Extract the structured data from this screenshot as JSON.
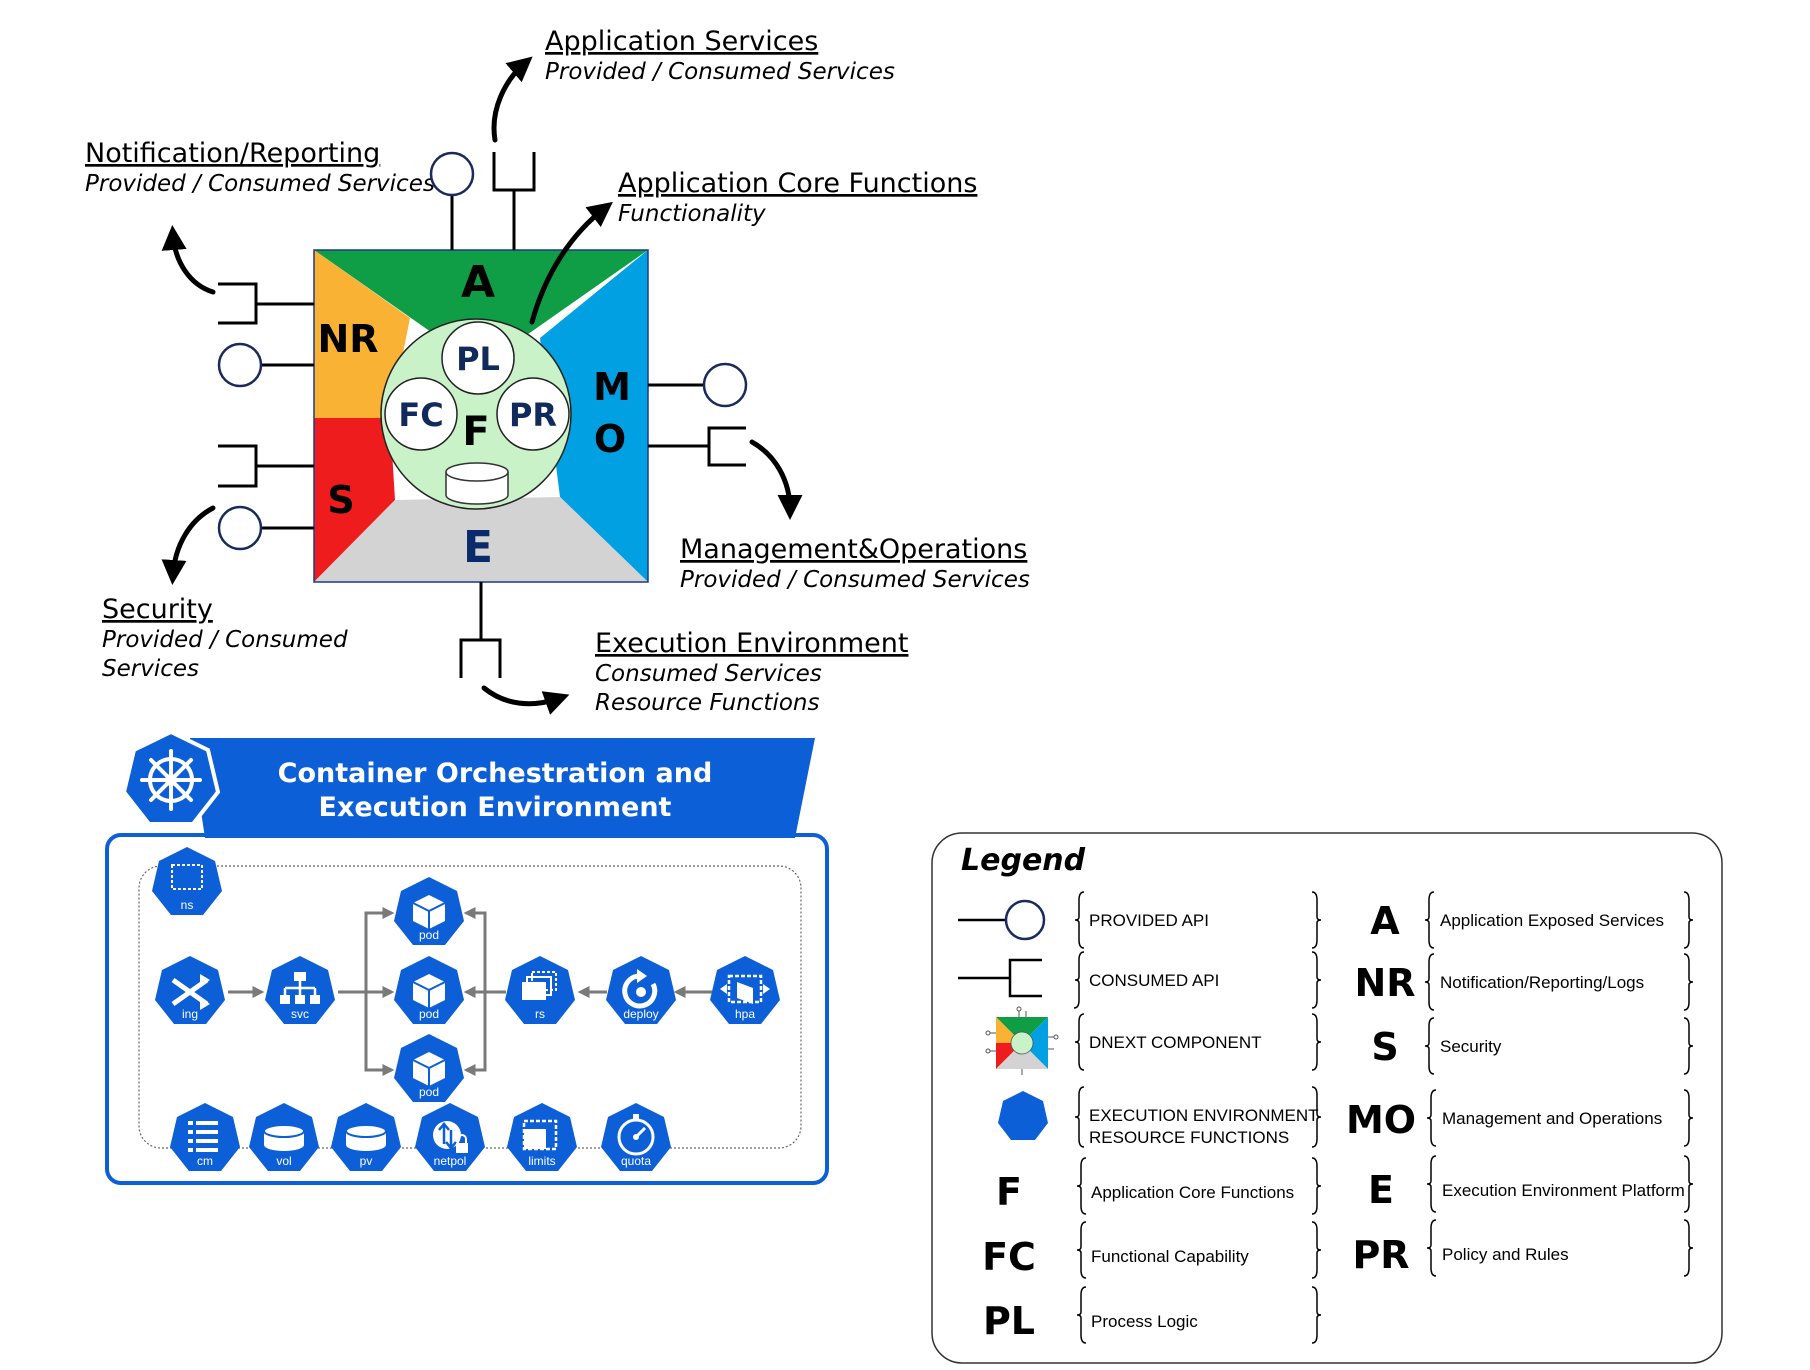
{
  "labels": {
    "app_services": {
      "title": "Application Services",
      "sub": "Provided / Consumed Services"
    },
    "notif": {
      "title": "Notification/Reporting",
      "sub": "Provided / Consumed Services"
    },
    "core": {
      "title": "Application Core Functions",
      "sub": "Functionality"
    },
    "mgmt": {
      "title": "Management&Operations",
      "sub": "Provided / Consumed Services"
    },
    "security": {
      "title": "Security",
      "sub1": "Provided / Consumed",
      "sub2": "Services"
    },
    "exec": {
      "title": "Execution Environment",
      "sub1": "Consumed Services",
      "sub2": "Resource Functions"
    }
  },
  "component": {
    "top": "A",
    "left_top": "NR",
    "left_bottom": "S",
    "right_1": "M",
    "right_2": "O",
    "bottom": "E",
    "center": "F",
    "inner": {
      "pl": "PL",
      "fc": "FC",
      "pr": "PR"
    },
    "colors": {
      "top": "#0f9d45",
      "left_top": "#f9b233",
      "left_bottom": "#ee1c1c",
      "right": "#00a0e3",
      "bottom": "#d3d3d3",
      "center": "#c9f2c9"
    }
  },
  "container": {
    "title_line1": "Container Orchestration and",
    "title_line2": "Execution Environment",
    "brand_color": "#0d5fd8",
    "nodes": {
      "ns": "ns",
      "ing": "ing",
      "svc": "svc",
      "pod1": "pod",
      "pod2": "pod",
      "pod3": "pod",
      "rs": "rs",
      "deploy": "deploy",
      "hpa": "hpa",
      "cm": "cm",
      "vol": "vol",
      "pv": "pv",
      "netpol": "netpol",
      "limits": "limits",
      "quota": "quota"
    }
  },
  "legend": {
    "title": "Legend",
    "left": [
      {
        "key": "provided",
        "text": "PROVIDED API"
      },
      {
        "key": "consumed",
        "text": "CONSUMED API"
      },
      {
        "key": "dnext",
        "text": "DNEXT COMPONENT"
      },
      {
        "key": "exec",
        "text1": "EXECUTION ENVIRONMENT",
        "text2": "RESOURCE FUNCTIONS"
      },
      {
        "abbr": "F",
        "text": "Application Core Functions"
      },
      {
        "abbr": "FC",
        "text": "Functional Capability"
      },
      {
        "abbr": "PL",
        "text": "Process Logic"
      }
    ],
    "right": [
      {
        "abbr": "A",
        "text": "Application Exposed Services"
      },
      {
        "abbr": "NR",
        "text": "Notification/Reporting/Logs"
      },
      {
        "abbr": "S",
        "text": "Security"
      },
      {
        "abbr": "MO",
        "text": "Management  and Operations"
      },
      {
        "abbr": "E",
        "text": "Execution Environment Platform"
      },
      {
        "abbr": "PR",
        "text": "Policy and Rules"
      }
    ]
  }
}
